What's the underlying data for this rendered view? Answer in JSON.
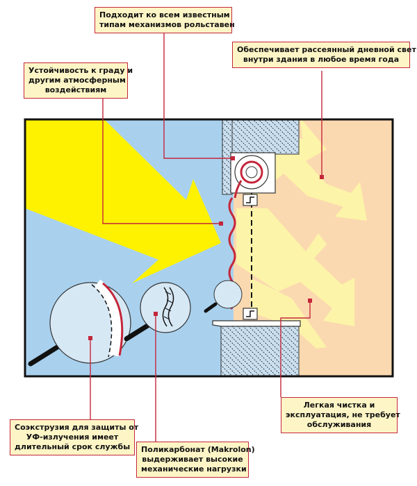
{
  "colors": {
    "sky": "#a9d1ee",
    "sun": "#fff200",
    "interior": "#fbd9b0",
    "diffuse_light": "#fcf5a8",
    "accent": "#c4263a",
    "callout_bg": "#fdf5c6",
    "wall": "#c9dff0"
  },
  "callouts": {
    "mechanisms": {
      "lines": [
        "Подходит ко всем известным",
        "типам механизмов рольставен"
      ]
    },
    "daylight": {
      "lines": [
        "Обеспечивает рассеянный дневной свет",
        "внутри здания в любое время года"
      ]
    },
    "weather": {
      "lines": [
        "Устойчивость к граду и",
        "другим атмосферным",
        "воздействиям"
      ]
    },
    "cleaning": {
      "lines": [
        "Легкая чистка и",
        "эксплуатация, не требует",
        "обслуживания"
      ]
    },
    "uv": {
      "lines": [
        "Соэкструзия для защиты от",
        "УФ-излучения имеет",
        "длительный срок службы"
      ]
    },
    "polycarbonate": {
      "lines": [
        "Поликарбонат (Makrolon)",
        "выдерживает высокие",
        "механические нагрузки"
      ]
    }
  }
}
